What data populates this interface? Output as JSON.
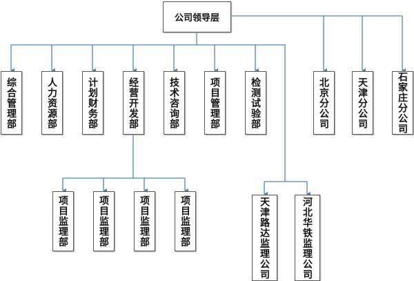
{
  "root": "公司领导层",
  "departments": [
    "综合管理部",
    "人力资源部",
    "计划财务部",
    "经营开发部",
    "技术咨询部",
    "项目管理部",
    "检测试验部"
  ],
  "branches": [
    "北京分公司",
    "天津分公司",
    "石家庄分公司"
  ],
  "project_depts": [
    "项目监理部",
    "项目监理部",
    "项目监理部",
    "项目监理部"
  ],
  "subsidiaries": [
    "天津路达监理公司",
    "河北华铁监理公司"
  ],
  "colors": {
    "connector": "#4f81bd",
    "border": "#555555"
  }
}
